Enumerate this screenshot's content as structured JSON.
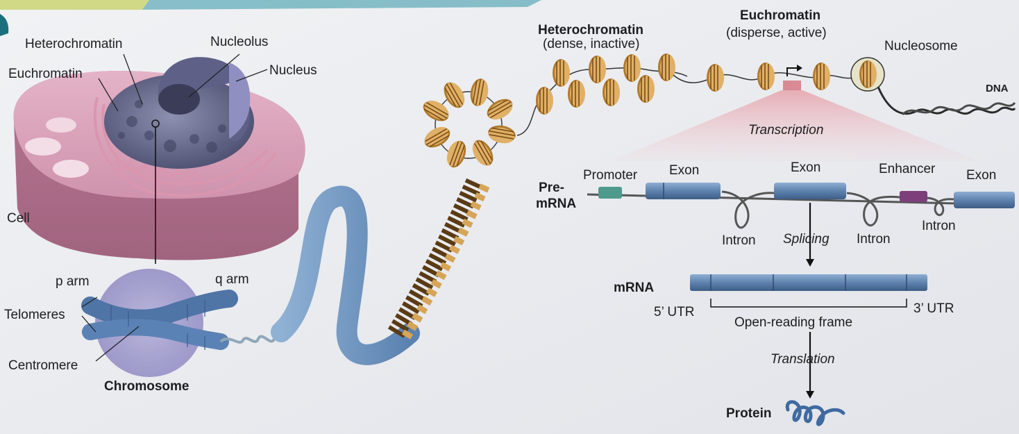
{
  "labels": {
    "heterochromatin_cell": "Heterochromatin",
    "nucleolus": "Nucleolus",
    "euchromatin_cell": "Euchromatin",
    "nucleus": "Nucleus",
    "cell": "Cell",
    "p_arm": "p arm",
    "q_arm": "q arm",
    "telomeres": "Telomeres",
    "centromere": "Centromere",
    "chromosome": "Chromosome",
    "heterochromatin_title": "Heterochromatin",
    "heterochromatin_sub": "(dense, inactive)",
    "euchromatin_title": "Euchromatin",
    "euchromatin_sub": "(disperse, active)",
    "nucleosome": "Nucleosome",
    "dna": "DNA",
    "transcription": "Transcription",
    "pre_line1": "Pre-",
    "pre_line2": "mRNA",
    "promoter": "Promoter",
    "exon_1": "Exon",
    "exon_2": "Exon",
    "enhancer": "Enhancer",
    "exon_3": "Exon",
    "intron_1": "Intron",
    "splicing": "Splicing",
    "intron_2": "Intron",
    "intron_3": "Intron",
    "mrna": "mRNA",
    "utr5": "5’ UTR",
    "utr3": "3’ UTR",
    "orf": "Open-reading frame",
    "translation": "Translation",
    "protein": "Protein"
  },
  "colors": {
    "background": "#e9eaee",
    "cell": "#c9879f",
    "nucleus": "#7d7aa8",
    "chromosome": "#5f86b6",
    "nucleosome": "#d7a758",
    "exon": "#5b7fae",
    "promoter": "#4e9a8c",
    "enhancer": "#7b3f7a"
  },
  "icons": [
    "transcription-start-arrow-icon",
    "protein-coil-icon"
  ]
}
